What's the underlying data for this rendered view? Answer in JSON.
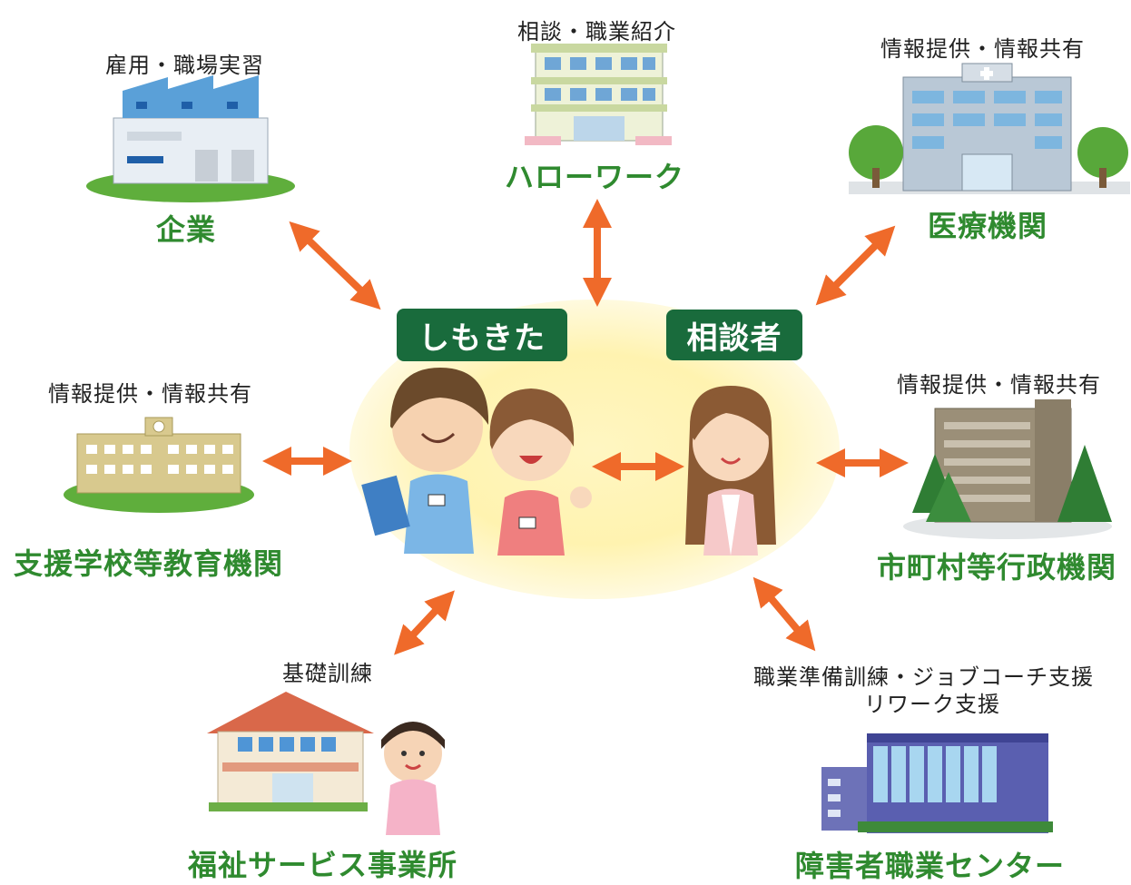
{
  "center": {
    "left_badge": "しもきた",
    "right_badge": "相談者"
  },
  "nodes": {
    "company": {
      "role": "雇用・職場実習",
      "name": "企業"
    },
    "hellowork": {
      "role": "相談・職業紹介",
      "name": "ハローワーク"
    },
    "medical": {
      "role": "情報提供・情報共有",
      "name": "医療機関"
    },
    "school": {
      "role": "情報提供・情報共有",
      "name": "支援学校等教育機関"
    },
    "municipal": {
      "role": "情報提供・情報共有",
      "name": "市町村等行政機関"
    },
    "welfare": {
      "role": "基礎訓練",
      "name": "福祉サービス事業所"
    },
    "vocational": {
      "role_line1": "職業準備訓練・ジョブコーチ支援",
      "role_line2": "リワーク支援",
      "name": "障害者職業センター"
    }
  },
  "colors": {
    "arrow": "#ef6a2a",
    "name_text": "#2f8a2f",
    "badge_bg": "#196b3c",
    "glow": "#fff3b0"
  },
  "icons": [
    "factory-icon",
    "office-building-icon",
    "hospital-icon",
    "school-icon",
    "government-office-icon",
    "welfare-house-icon",
    "vocational-center-icon",
    "staff-people-icon",
    "consultee-icon"
  ]
}
